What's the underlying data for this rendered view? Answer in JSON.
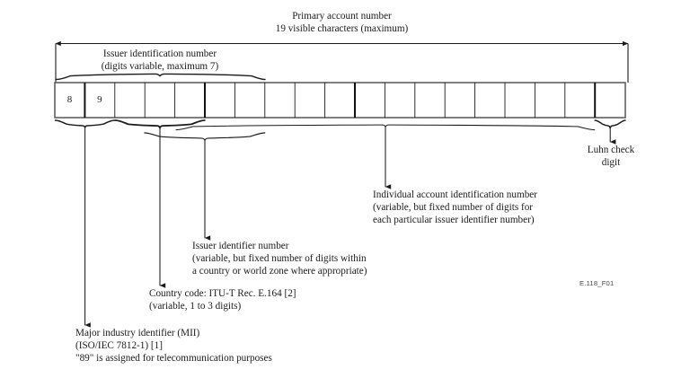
{
  "figure": {
    "id_label": "E.118_F01",
    "cell_count": 19,
    "cells": [
      {
        "index": 1,
        "value": "8"
      },
      {
        "index": 2,
        "value": "9"
      },
      {
        "index": 3,
        "value": ""
      },
      {
        "index": 4,
        "value": ""
      },
      {
        "index": 5,
        "value": ""
      },
      {
        "index": 6,
        "value": ""
      },
      {
        "index": 7,
        "value": ""
      },
      {
        "index": 8,
        "value": ""
      },
      {
        "index": 9,
        "value": ""
      },
      {
        "index": 10,
        "value": ""
      },
      {
        "index": 11,
        "value": ""
      },
      {
        "index": 12,
        "value": ""
      },
      {
        "index": 13,
        "value": ""
      },
      {
        "index": 14,
        "value": ""
      },
      {
        "index": 15,
        "value": ""
      },
      {
        "index": 16,
        "value": ""
      },
      {
        "index": 17,
        "value": ""
      },
      {
        "index": 18,
        "value": ""
      },
      {
        "index": 19,
        "value": ""
      }
    ]
  },
  "top": {
    "primary_account_number": {
      "line1": "Primary account number",
      "line2": "19 visible characters (maximum)"
    },
    "issuer_identification_number": {
      "line1": "Issuer identification number",
      "line2": "(digits variable, maximum 7)"
    }
  },
  "callouts": {
    "luhn": {
      "line1": "Luhn check",
      "line2": "digit"
    },
    "individual_account": {
      "line1": "Individual account identification number",
      "line2": "(variable, but fixed number of digits for",
      "line3": "each particular issuer identifier number)"
    },
    "issuer_identifier": {
      "line1": "Issuer identifier number",
      "line2": "(variable, but fixed number of digits within",
      "line3": "a country or world zone where appropriate)"
    },
    "country_code": {
      "line1": "Country code: ITU-T Rec. E.164 [2]",
      "line2": "(variable, 1 to 3 digits)"
    },
    "mii": {
      "line1": "Major industry identifier (MII)",
      "line2": "(ISO/IEC 7812-1) [1]",
      "line3": "\"89\" is assigned for telecommunication purposes"
    }
  },
  "colors": {
    "stroke": "#1a1a1a",
    "background": "#ffffff",
    "text": "#1a1a1a",
    "figure_id": "#444444"
  }
}
